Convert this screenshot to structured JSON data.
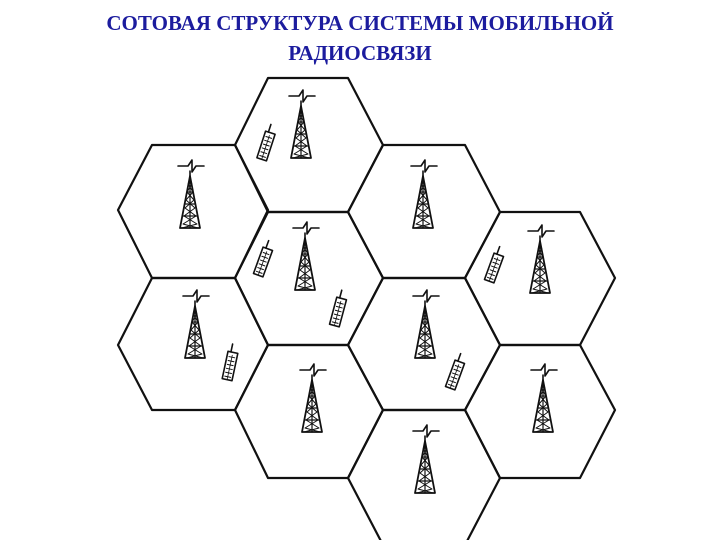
{
  "title": {
    "line1": "СОТОВАЯ СТРУКТУРА СИСТЕМЫ МОБИЛЬНОЙ",
    "line2": "РАДИОСВЯЗИ"
  },
  "colors": {
    "title": "#1c1c9e",
    "lines": "#111111",
    "background": "#ffffff"
  },
  "icons": {
    "cell": "hexagon-cell",
    "base_station": "antenna-tower-icon",
    "handset": "mobile-phone-icon"
  }
}
